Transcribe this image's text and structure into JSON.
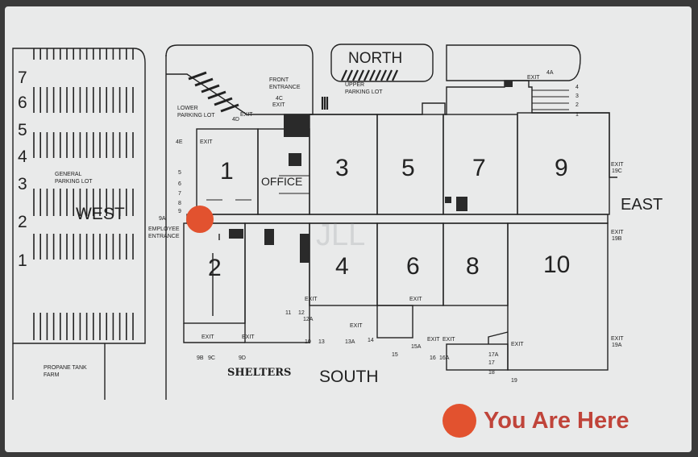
{
  "directions": {
    "north": "NORTH",
    "south": "SOUTH",
    "east": "EAST",
    "west": "WEST"
  },
  "parking": {
    "general": "GENERAL\nPARKING LOT",
    "lower": "LOWER\nPARKING LOT",
    "upper": "UPPER\nPARKING LOT",
    "propane": "PROPANE TANK\nFARM",
    "rows": [
      "7",
      "6",
      "5",
      "4",
      "3",
      "2",
      "1"
    ]
  },
  "entrances": {
    "front": "FRONT\nENTRANCE",
    "employee": "EMPLOYEE\nENTRANCE"
  },
  "units": [
    "1",
    "2",
    "3",
    "4",
    "5",
    "6",
    "7",
    "8",
    "9",
    "10"
  ],
  "rooms": {
    "office": "OFFICE",
    "shelters": "SHELTERS"
  },
  "exit_text": "EXIT",
  "door_labels": [
    "4A",
    "4C",
    "4D",
    "4E",
    "5",
    "6",
    "7",
    "8",
    "9",
    "9A",
    "9B",
    "9C",
    "9D",
    "10",
    "11",
    "12",
    "12A",
    "13",
    "13A",
    "14",
    "15",
    "15A",
    "16",
    "16A",
    "17",
    "17A",
    "18",
    "19",
    "19A",
    "19B",
    "19C",
    "1",
    "2",
    "3",
    "4"
  ],
  "legend": {
    "label": "You Are Here",
    "color": "#e2522f"
  },
  "watermark": "JLL"
}
